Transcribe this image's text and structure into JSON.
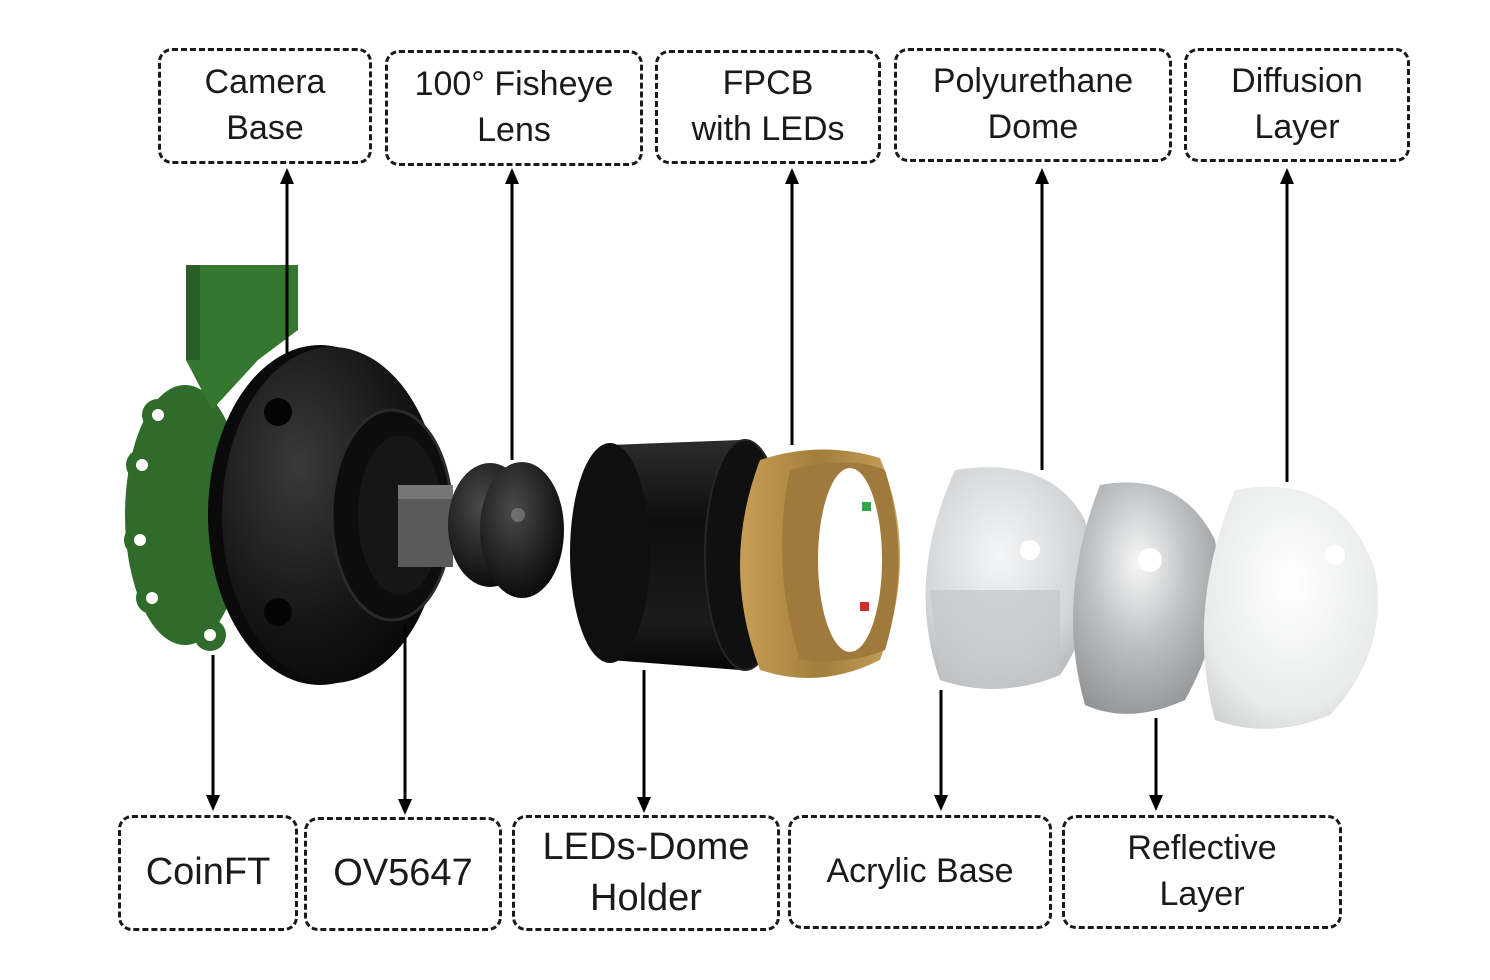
{
  "top_labels": [
    {
      "line1": "Camera",
      "line2": "Base"
    },
    {
      "line1": "100° Fisheye",
      "line2": "Lens"
    },
    {
      "line1": "FPCB",
      "line2": "with LEDs"
    },
    {
      "line1": "Polyurethane",
      "line2": "Dome"
    },
    {
      "line1": "Diffusion",
      "line2": "Layer"
    }
  ],
  "bottom_labels": [
    {
      "line1": "CoinFT"
    },
    {
      "line1": "OV5647"
    },
    {
      "line1": "LEDs-Dome",
      "line2": "Holder"
    },
    {
      "line1": "Acrylic Base"
    },
    {
      "line1": "Reflective",
      "line2": "Layer"
    }
  ],
  "colors": {
    "pcb_green": "#2f6b2a",
    "body_black": "#141414",
    "fpcb_gold": "#b8914a",
    "acrylic": "#d7dadc",
    "reflective": "#b9bcbf",
    "diffusion": "#eceeed",
    "led_green": "#2fa84a",
    "led_red": "#c8322a"
  }
}
